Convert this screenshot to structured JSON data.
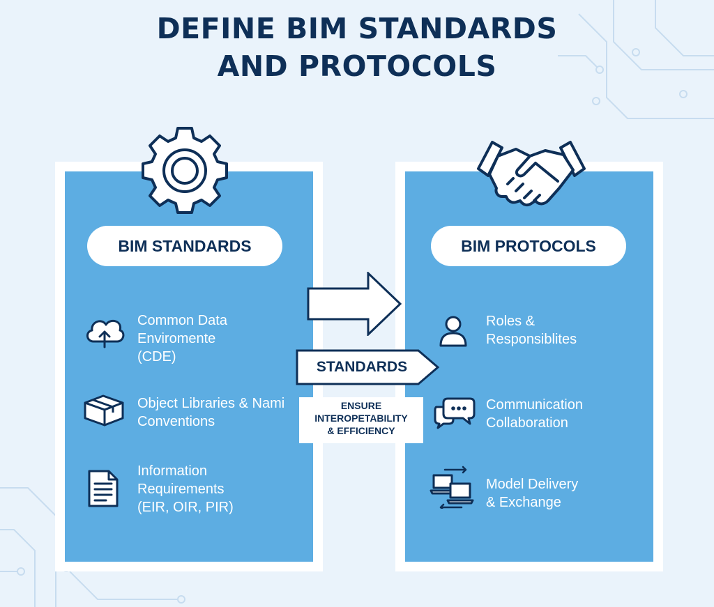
{
  "title": {
    "line1": "DEFINE BIM STANDARDS",
    "line2": "AND PROTOCOLS"
  },
  "colors": {
    "navy": "#0e2f57",
    "panel_blue": "#5dade2",
    "background": "#eaf3fb",
    "white": "#ffffff"
  },
  "left_panel": {
    "heading": "BIM STANDARDS",
    "top_icon": "gear-icon",
    "items": [
      {
        "icon": "cloud-upload-icon",
        "lines": [
          "Common Data",
          "Enviromente",
          "(CDE)"
        ]
      },
      {
        "icon": "box-icon",
        "lines": [
          "Object Libraries & Nami",
          "Conventions"
        ]
      },
      {
        "icon": "document-icon",
        "lines": [
          "Information",
          "Requirements",
          "(EIR, OIR, PIR)"
        ]
      }
    ]
  },
  "right_panel": {
    "heading": "BIM PROTOCOLS",
    "top_icon": "handshake-icon",
    "items": [
      {
        "icon": "person-icon",
        "lines": [
          "Roles &",
          "Responsiblites"
        ]
      },
      {
        "icon": "chat-bubbles-icon",
        "lines": [
          "Communication",
          "Collaboration"
        ]
      },
      {
        "icon": "laptops-exchange-icon",
        "lines": [
          "Model Delivery",
          "& Exchange"
        ]
      }
    ]
  },
  "connector": {
    "arrow_label": "STANDARDS",
    "note_lines": [
      "ENSURE",
      "INTEROPETABILITY",
      "& EFFICIENCY"
    ]
  }
}
